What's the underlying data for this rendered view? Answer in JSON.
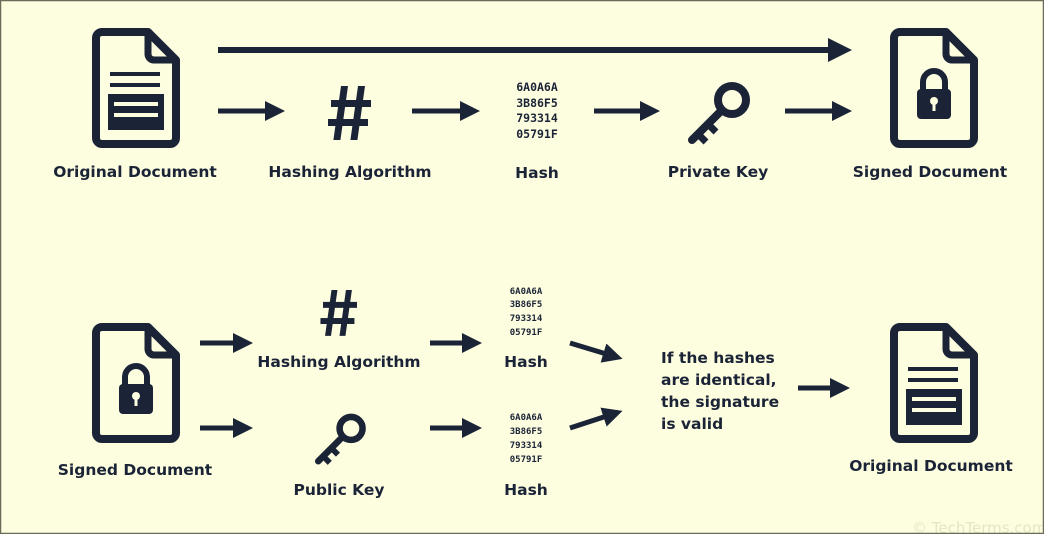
{
  "colors": {
    "background": "#fdfde0",
    "ink": "#1b2436"
  },
  "signing": {
    "original_document": "Original Document",
    "hashing_algorithm": "Hashing Algorithm",
    "hash_label": "Hash",
    "hash_lines": [
      "6A0A6A",
      "3B86F5",
      "793314",
      "05791F"
    ],
    "private_key": "Private Key",
    "signed_document": "Signed Document"
  },
  "verification": {
    "signed_document": "Signed Document",
    "hashing_algorithm": "Hashing Algorithm",
    "public_key": "Public Key",
    "hash_label_1": "Hash",
    "hash_label_2": "Hash",
    "hash_lines_1": [
      "6A0A6A",
      "3B86F5",
      "793314",
      "05791F"
    ],
    "hash_lines_2": [
      "6A0A6A",
      "3B86F5",
      "793314",
      "05791F"
    ],
    "result_lines": [
      "If the hashes",
      "are identical,",
      "the signature",
      "is valid"
    ],
    "original_document": "Original Document"
  },
  "watermark": "© TechTerms.com"
}
